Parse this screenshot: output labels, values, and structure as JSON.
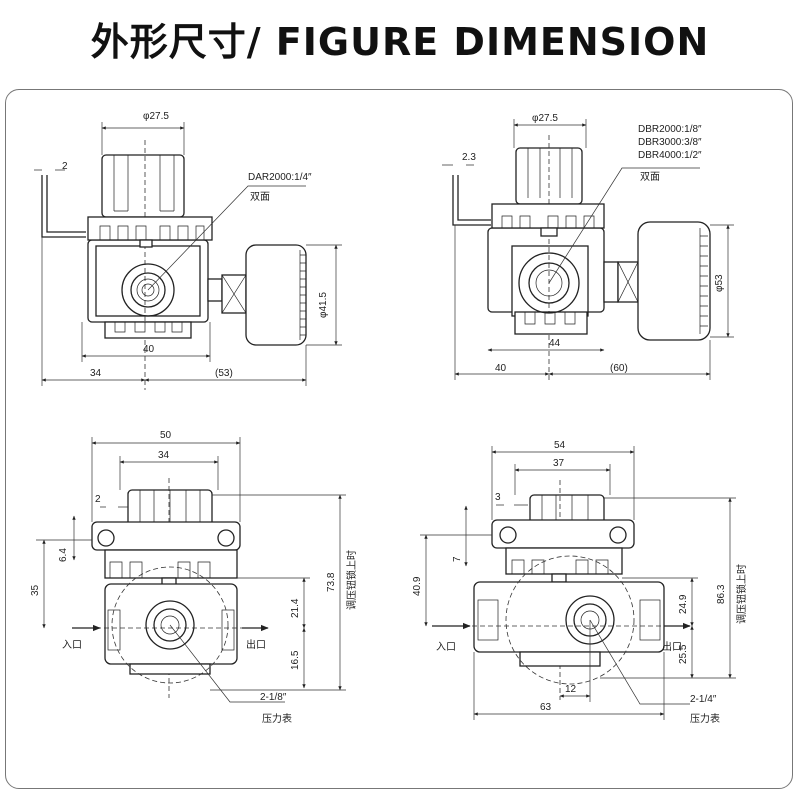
{
  "title": "外形尺寸/ FIGURE DIMENSION",
  "tl": {
    "dia_top": "φ27.5",
    "w2": "2",
    "model": "DAR2000:1/4″",
    "shuangmian": "双面",
    "dia_gauge": "φ41.5",
    "w40": "40",
    "w34": "34",
    "w53": "(53)"
  },
  "tr": {
    "dia_top": "φ27.5",
    "w23": "2.3",
    "model1": "DBR2000:1/8″",
    "model2": "DBR3000:3/8″",
    "model3": "DBR4000:1/2″",
    "shuangmian": "双面",
    "dia_gauge": "φ53",
    "w44": "44",
    "w40": "40",
    "w60": "(60)"
  },
  "bl": {
    "w50": "50",
    "w34": "34",
    "w2": "2",
    "h64": "6.4",
    "h35": "35",
    "h738": "73.8",
    "h214": "21.4",
    "h165": "16.5",
    "side_label": "调压钮锁上时",
    "inlet": "入口",
    "outlet": "出口",
    "port": "2-1/8″",
    "gauge": "压力表"
  },
  "br": {
    "w54": "54",
    "w37": "37",
    "w3": "3",
    "h7": "7",
    "h409": "40.9",
    "h863": "86.3",
    "h249": "24.9",
    "h255": "25.5",
    "w12": "12",
    "w63": "63",
    "side_label": "调压钮锁上时",
    "inlet": "入口",
    "outlet": "出口",
    "port": "2-1/4″",
    "gauge": "压力表"
  }
}
